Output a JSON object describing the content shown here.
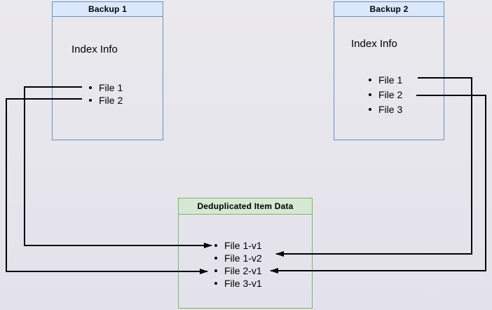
{
  "diagram": {
    "backup1": {
      "title": "Backup 1",
      "subtitle": "Index Info",
      "items": [
        {
          "label": "File 1"
        },
        {
          "label": "File 2"
        }
      ]
    },
    "backup2": {
      "title": "Backup 2",
      "subtitle": "Index Info",
      "items": [
        {
          "label": "File 1"
        },
        {
          "label": "File 2"
        },
        {
          "label": "File 3"
        }
      ]
    },
    "dedup": {
      "title": "Deduplicated Item Data",
      "items": [
        {
          "label": "File 1-v1"
        },
        {
          "label": "File 1-v2"
        },
        {
          "label": "File 2-v1"
        },
        {
          "label": "File 3-v1"
        }
      ]
    },
    "connections": [
      {
        "from": "backup1-file-1",
        "to": "dedup-file-1-v1"
      },
      {
        "from": "backup1-file-2",
        "to": "dedup-file-2-v1"
      },
      {
        "from": "backup2-file-1",
        "to": "dedup-file-1-v2"
      },
      {
        "from": "backup2-file-2",
        "to": "dedup-file-2-v1"
      }
    ],
    "colors": {
      "blue_fill": "#DAE8FC",
      "blue_border": "#6C8EBF",
      "green_fill": "#D5E8D4",
      "green_border": "#82B366",
      "connector": "#000000",
      "background": "#E6E5ED"
    }
  }
}
